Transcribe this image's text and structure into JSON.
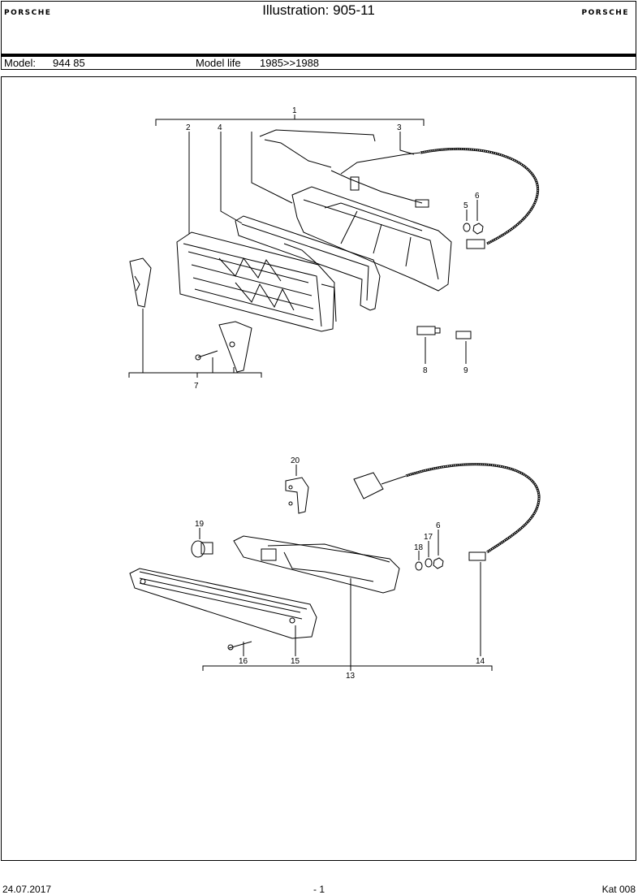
{
  "header": {
    "logo_text": "PORSCHE",
    "title": "Illustration: 905-11"
  },
  "model": {
    "model_label": "Model:",
    "model_value": "944 85",
    "life_label": "Model life",
    "life_value": "1985>>1988"
  },
  "callouts": [
    "1",
    "2",
    "3",
    "4",
    "5",
    "6",
    "7",
    "8",
    "9",
    "20",
    "19",
    "17",
    "6",
    "18",
    "16",
    "15",
    "13",
    "14"
  ],
  "footer": {
    "date": "24.07.2017",
    "page": "- 1",
    "catalog": "Kat 008"
  }
}
